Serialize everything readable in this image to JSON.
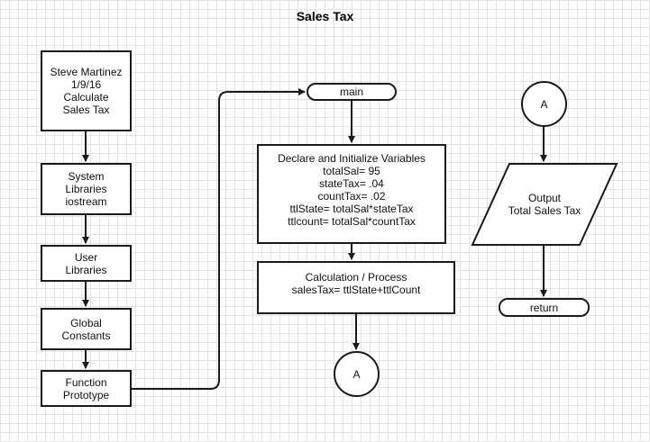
{
  "title": "Sales Tax",
  "nodes": {
    "header_box": [
      "Steve Martinez",
      "1/9/16",
      "Calculate",
      "Sales Tax"
    ],
    "system_libraries": [
      "System",
      "Libraries",
      "iostream"
    ],
    "user_libraries": [
      "User",
      "Libraries"
    ],
    "global_constants": [
      "Global",
      "Constants"
    ],
    "function_prototype": [
      "Function",
      "Prototype"
    ],
    "main": "main",
    "declare_vars": [
      "Declare and Initialize Variables",
      "totalSal= 95",
      "stateTax= .04",
      "countTax= .02",
      "ttlState= totalSal*stateTax",
      "ttlcount= totalSal*countTax"
    ],
    "calculation": [
      "Calculation / Process",
      "salesTax= ttlState+ttlCount"
    ],
    "connector_a_bottom": "A",
    "connector_a_top": "A",
    "output": [
      "Output",
      "Total Sales Tax"
    ],
    "return": "return"
  },
  "colors": {
    "stroke": "#1a1a1a",
    "grid": "#e4e4e4",
    "fill": "#ffffff"
  }
}
